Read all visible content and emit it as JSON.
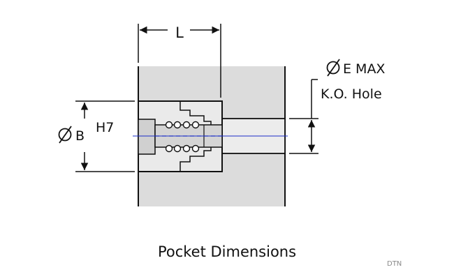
{
  "labels": {
    "length": "L",
    "bore_diameter": "B",
    "bore_tolerance": "H7",
    "ko_hole_max": "E MAX",
    "ko_hole": "K.O. Hole"
  },
  "caption": "Pocket Dimensions",
  "watermark": "DTN",
  "colors": {
    "line": "#111111",
    "housing_fill": "#dcdcdc",
    "pocket_fill": "#eaeaea",
    "shaft_fill": "#d4d4d4",
    "centerline": "#1a2cc8",
    "watermark": "#8a8a8a"
  }
}
